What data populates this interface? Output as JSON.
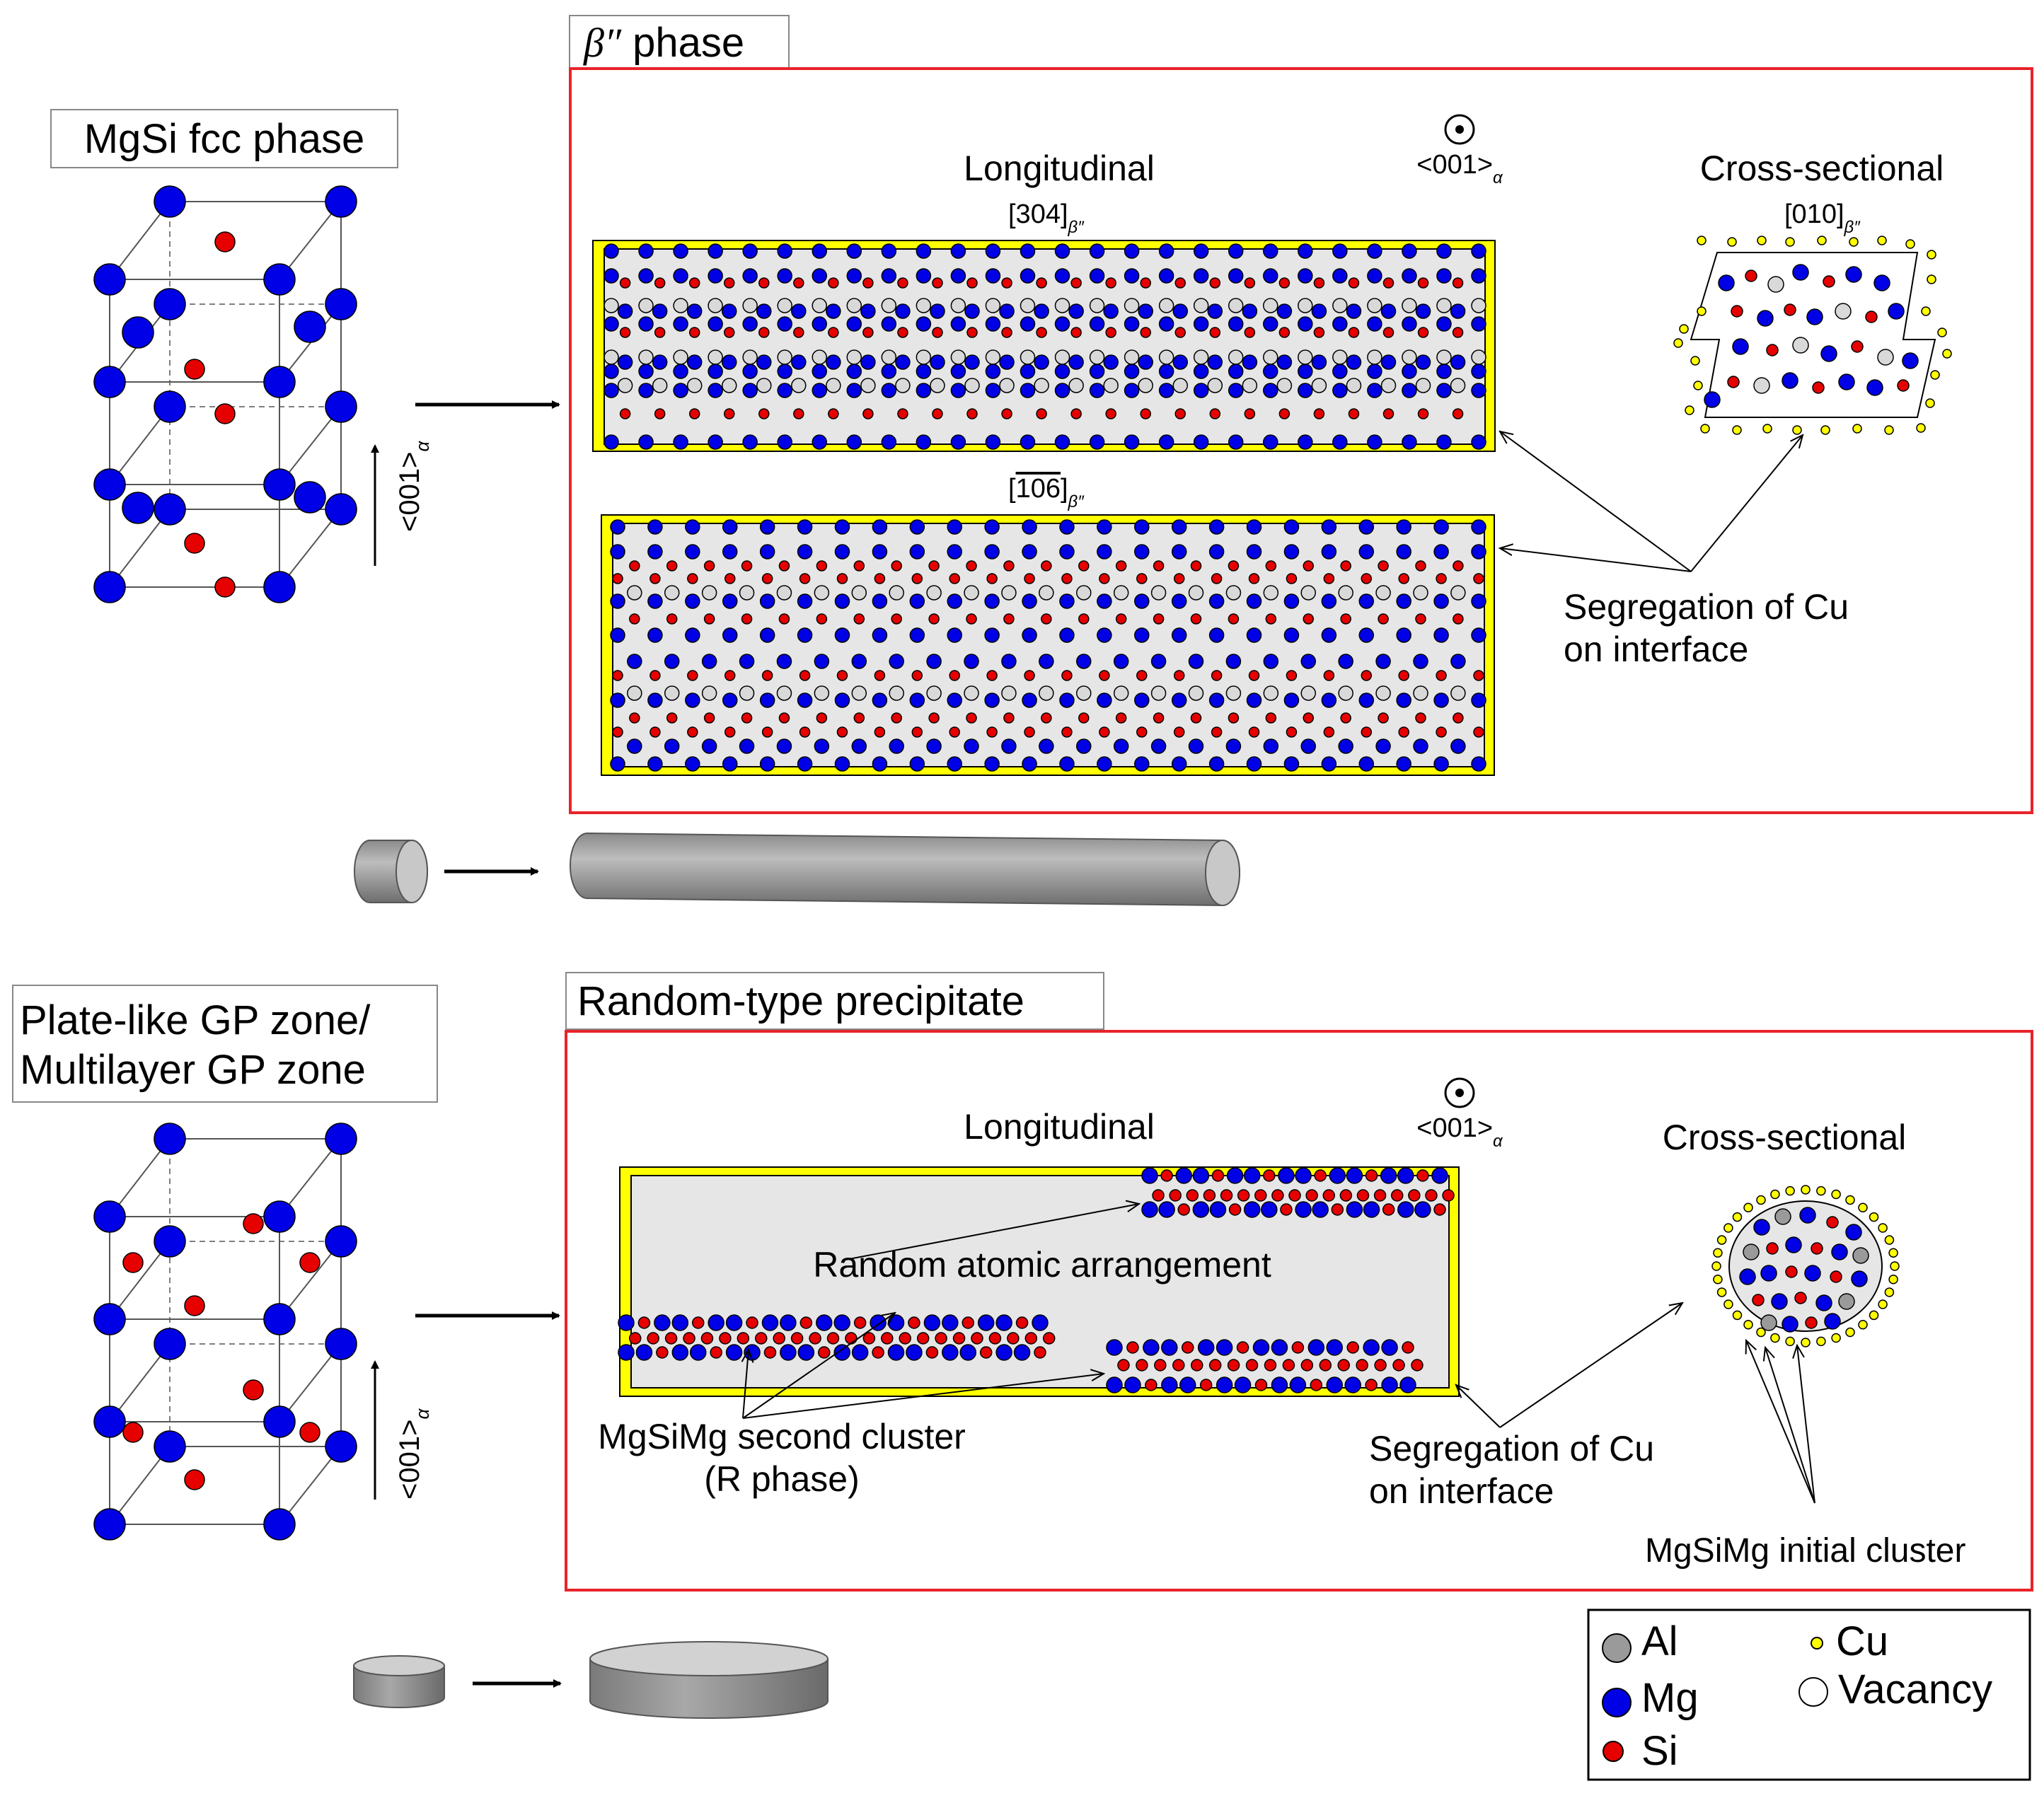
{
  "beta_panel": {
    "title_symbol": "β″",
    "title_text": " phase",
    "zone_axis": "<001>",
    "zone_axis_sub": "α",
    "longitudinal_title": "Longitudinal",
    "cross_title": "Cross-sectional",
    "dir_304": "[304]",
    "dir_106_digits": "106",
    "dir_010": "[010]",
    "dir_sub": "β″",
    "segregation_line1": "Segregation of Cu",
    "segregation_line2": "on interface"
  },
  "fcc_panel": {
    "title": "MgSi fcc phase",
    "axis": "<001>",
    "axis_sub": "α"
  },
  "gp_panel": {
    "title_line1": "Plate-like GP zone/",
    "title_line2": "Multilayer GP zone",
    "axis": "<001>",
    "axis_sub": "α"
  },
  "random_panel": {
    "title": "Random-type precipitate",
    "zone_axis": "<001>",
    "zone_axis_sub": "α",
    "longitudinal_title": "Longitudinal",
    "cross_title": "Cross-sectional",
    "random_label": "Random atomic arrangement",
    "second_cluster_line1": "MgSiMg second cluster",
    "second_cluster_line2": "(R phase)",
    "segregation_line1": "Segregation of Cu",
    "segregation_line2": "on interface",
    "initial_cluster": "MgSiMg initial cluster"
  },
  "legend": {
    "items": [
      {
        "label": "Al",
        "color": "#9a9a9a"
      },
      {
        "label": "Mg",
        "color": "#0000e6"
      },
      {
        "label": "Si",
        "color": "#e60000"
      },
      {
        "label": "Cu",
        "color": "#ffff00"
      },
      {
        "label": "Vacancy",
        "color": "#ffffff"
      }
    ]
  },
  "colors": {
    "mg": "#0000e6",
    "si": "#e60000",
    "al": "#9a9a9a",
    "cu": "#ffff00",
    "vacancy": "#d9d9d9",
    "panel_border": "#e8232a",
    "interface": "#ffff00",
    "precipitate_fill": "#e6e6e6"
  }
}
